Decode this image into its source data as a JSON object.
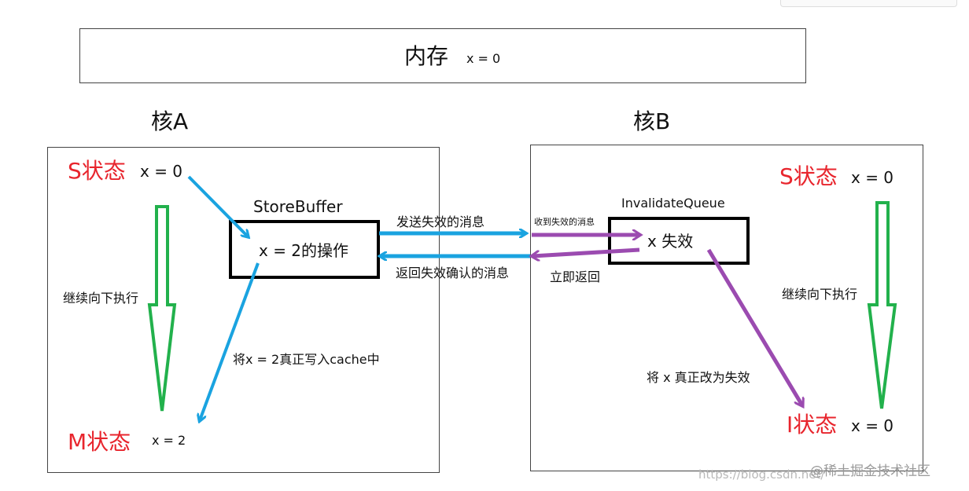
{
  "memory": {
    "label": "内存",
    "value": "x = 0"
  },
  "coreA": {
    "title": "核A",
    "state_top": "S状态",
    "state_top_value": "x = 0",
    "continue_label": "继续向下执行",
    "state_bottom": "M状态",
    "state_bottom_value": "x = 2",
    "storebuffer_title": "StoreBuffer",
    "storebuffer_content": "x = 2的操作",
    "write_cache_label": "将x = 2真正写入cache中"
  },
  "coreB": {
    "title": "核B",
    "state_top": "S状态",
    "state_top_value": "x = 0",
    "continue_label": "继续向下执行",
    "state_bottom": "I状态",
    "state_bottom_value": "x = 0",
    "queue_title": "InvalidateQueue",
    "queue_content": "x 失效",
    "apply_label": "将 x 真正改为失效"
  },
  "messages": {
    "send_invalidate": "发送失效的消息",
    "return_ack": "返回失效确认的消息",
    "received_invalidate": "收到失效的消息",
    "return_immediately": "立即返回"
  },
  "watermark": {
    "url": "https://blog.csdn.net/",
    "site": "@稀土掘金技术社区"
  },
  "colors": {
    "blue_arrow": "#1aa3e0",
    "purple_arrow": "#9b4bb0",
    "green_arrow": "#22b14c",
    "red_text": "#e8252d"
  }
}
